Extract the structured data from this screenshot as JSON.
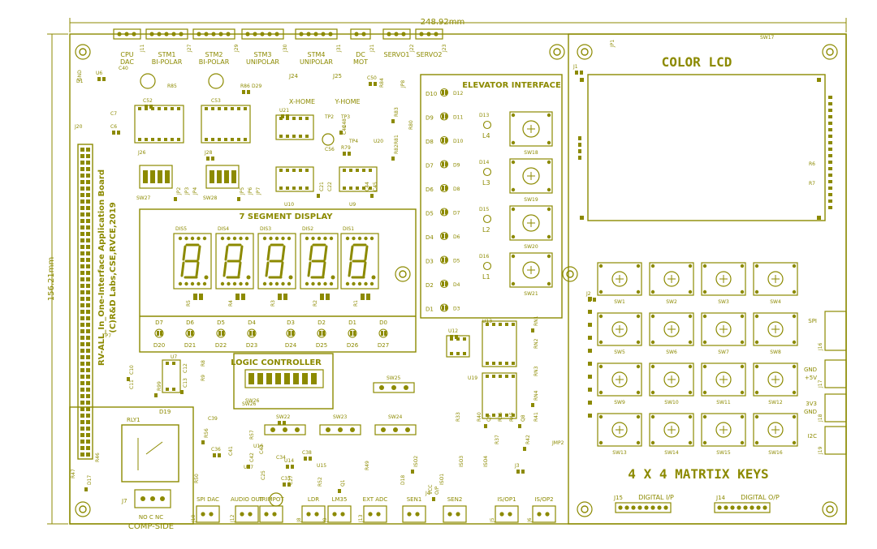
{
  "colors": {
    "silk": "#8c8a00",
    "pad": "#8c8a00",
    "bg": "#ffffff"
  },
  "dimensions": {
    "width": "248.92mm",
    "height": "156.21mm"
  },
  "board_text": {
    "line1": "RV-ALL_In_One-Interface Application Board",
    "line2": "(C)R&D Labs,CSE,RVCE,2019"
  },
  "sections": {
    "color_lcd": "COLOR LCD",
    "elevator": "ELEVATOR INTERFACE",
    "seven_seg": "7 SEGMENT DISPLAY",
    "logic": "LOGIC CONTROLLER",
    "matrix": "4 X 4 MATRTIX KEYS",
    "comp_side": "COMP-SIDE"
  },
  "top_connectors": [
    {
      "ref": "J11",
      "label": "CPU DAC"
    },
    {
      "ref": "J27",
      "label": "STM1 BI-POLAR"
    },
    {
      "ref": "J29",
      "label": "STM2 BI-POLAR"
    },
    {
      "ref": "J30",
      "label": "STM3 UNIPOLAR"
    },
    {
      "ref": "J31",
      "label": "STM4 UNIPOLAR"
    },
    {
      "ref": "J21",
      "label": "DC MOT"
    },
    {
      "ref": "J22",
      "label": "SERVO1"
    },
    {
      "ref": "J23",
      "label": "SERVO2"
    }
  ],
  "home": {
    "x_ref": "J24",
    "x_label": "X-HOME",
    "y_ref": "J25",
    "y_label": "Y-HOME"
  },
  "displays": [
    "DIS5",
    "DIS4",
    "DIS3",
    "DIS2",
    "DIS1"
  ],
  "seg_resistors": [
    "R5",
    "R4",
    "R3",
    "R2",
    "R1"
  ],
  "logic_leds": [
    {
      "top": "D7",
      "bot": "D20"
    },
    {
      "top": "D6",
      "bot": "D21"
    },
    {
      "top": "D5",
      "bot": "D22"
    },
    {
      "top": "D4",
      "bot": "D23"
    },
    {
      "top": "D3",
      "bot": "D24"
    },
    {
      "top": "D2",
      "bot": "D25"
    },
    {
      "top": "D1",
      "bot": "D26"
    },
    {
      "top": "D0",
      "bot": "D27"
    }
  ],
  "elev_leds": [
    {
      "l": "D10",
      "r": "D12"
    },
    {
      "l": "D9",
      "r": "D11"
    },
    {
      "l": "D8",
      "r": "D10"
    },
    {
      "l": "D7",
      "r": "D9"
    },
    {
      "l": "D6",
      "r": "D8"
    },
    {
      "l": "D5",
      "r": "D7"
    },
    {
      "l": "D4",
      "r": "D6"
    },
    {
      "l": "D3",
      "r": "D5"
    },
    {
      "l": "D2",
      "r": "D4"
    },
    {
      "l": "D1",
      "r": "D3"
    }
  ],
  "elev_switches": [
    {
      "led": "D13",
      "lvl": "L4",
      "sw": "SW18"
    },
    {
      "led": "D14",
      "lvl": "L3",
      "sw": "SW19"
    },
    {
      "led": "D15",
      "lvl": "L2",
      "sw": "SW20"
    },
    {
      "led": "D16",
      "lvl": "L1",
      "sw": "SW21"
    }
  ],
  "matrix_keys": [
    "SW1",
    "SW2",
    "SW3",
    "SW4",
    "SW5",
    "SW6",
    "SW7",
    "SW8",
    "SW9",
    "SW10",
    "SW11",
    "SW12",
    "SW13",
    "SW14",
    "SW15",
    "SW16"
  ],
  "right_labels": [
    {
      "ref": "J16",
      "label": "SPI"
    },
    {
      "ref": "J17",
      "label": "GND +5V"
    },
    {
      "ref": "J18",
      "label": "3V3 GND"
    },
    {
      "ref": "J19",
      "label": "I2C"
    }
  ],
  "bottom_connectors": [
    {
      "ref": "J10",
      "label": "SPI DAC"
    },
    {
      "ref": "J12",
      "label": "AUDIO OUT"
    },
    {
      "ref": "",
      "label": "TRIMPOT"
    },
    {
      "ref": "J8",
      "label": "LDR"
    },
    {
      "ref": "J9",
      "label": "LM35"
    },
    {
      "ref": "J13",
      "label": "EXT ADC"
    },
    {
      "ref": "",
      "label": "SEN1"
    },
    {
      "ref": "",
      "label": "SEN2"
    },
    {
      "ref": "J5",
      "label": "IS/OP1"
    },
    {
      "ref": "J6",
      "label": "IS/OP2"
    }
  ],
  "digital": {
    "in_ref": "J15",
    "in_label": "DIGITAL I/P",
    "out_ref": "J14",
    "out_label": "DIGITAL O/P"
  },
  "relay": {
    "ref": "RLY1",
    "diode": "D19",
    "pins": "NO  C  NC",
    "jack": "J7"
  },
  "misc_labels": [
    "U6",
    "D1",
    "C40",
    "C52",
    "C53",
    "R85",
    "R86",
    "D29",
    "C7",
    "C6",
    "J20",
    "J26",
    "J28",
    "SW27",
    "SW28",
    "JP2",
    "JP3",
    "JP4",
    "JP5",
    "JP6",
    "JP7",
    "U21",
    "TP2",
    "TP3",
    "C50",
    "R84",
    "JP8",
    "C48",
    "C49",
    "TP4",
    "R79",
    "U20",
    "C56",
    "R83",
    "R80",
    "R81",
    "R82",
    "U10",
    "U9",
    "C21",
    "C22",
    "C44",
    "C45",
    "JP1",
    "SW17",
    "J1",
    "R6",
    "R7",
    "J2",
    "TP7",
    "U7",
    "C10",
    "C11",
    "C12",
    "C13",
    "R8",
    "R9",
    "R99",
    "SW26",
    "SW25",
    "SW22",
    "SW23",
    "SW24",
    "U12",
    "U13",
    "U19",
    "RN1",
    "RN2",
    "RN3",
    "RN4",
    "R33",
    "R40",
    "Q9",
    "R36",
    "R45",
    "Q8",
    "R41",
    "R37",
    "R42",
    "JMP2",
    "C39",
    "R56",
    "R57",
    "U16",
    "C36",
    "C41",
    "U17",
    "C42",
    "C43",
    "C34",
    "U14",
    "U15",
    "R49",
    "C38",
    "R50",
    "C25",
    "C33",
    "C27",
    "R52",
    "Q1",
    "R46",
    "R47",
    "D17",
    "D18",
    "ISO1",
    "ISO2",
    "ISO3",
    "ISO4",
    "J3",
    "J4",
    "VCC",
    "O/P",
    "GND"
  ]
}
